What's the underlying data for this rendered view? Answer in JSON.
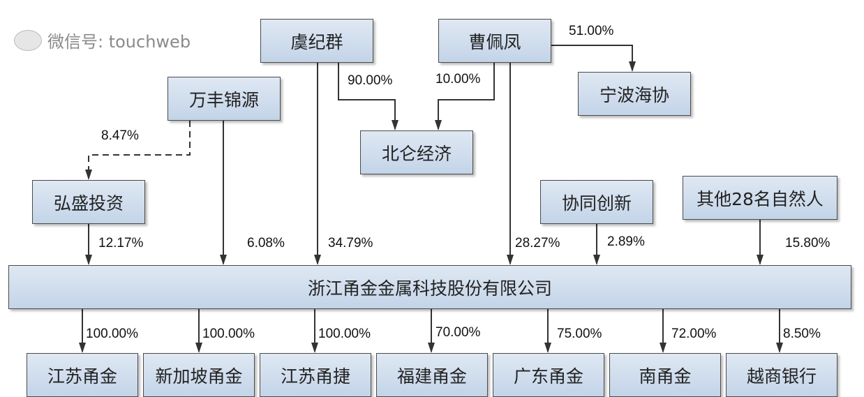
{
  "nodes": {
    "yu_jiqun": "虞纪群",
    "cao_peifeng": "曹佩凤",
    "wanfeng_jinyuan": "万丰锦源",
    "ningbo_haixie": "宁波海协",
    "beilun_jingji": "北仑经济",
    "hongsheng_touzi": "弘盛投资",
    "xietong_chuangxin": "协同创新",
    "others": "其他28名自然人",
    "company": "浙江甬金金属科技股份有限公司",
    "subsidiaries": [
      "江苏甬金",
      "新加坡甬金",
      "江苏甬捷",
      "福建甬金",
      "广东甬金",
      "南甬金",
      "越商银行"
    ]
  },
  "edges": {
    "cao_to_ningbo": "51.00%",
    "yu_to_beilun": "90.00%",
    "cao_to_beilun": "10.00%",
    "wanfeng_to_hongsheng": "8.47%",
    "hongsheng_to_company": "12.17%",
    "wanfeng_to_company": "6.08%",
    "yu_to_company": "34.79%",
    "cao_to_company": "28.27%",
    "xietong_to_company": "2.89%",
    "others_to_company": "15.80%",
    "company_to_subsidiaries": [
      "100.00%",
      "100.00%",
      "100.00%",
      "70.00%",
      "75.00%",
      "72.00%",
      "8.50%"
    ]
  },
  "watermark": "微信号: touchweb"
}
